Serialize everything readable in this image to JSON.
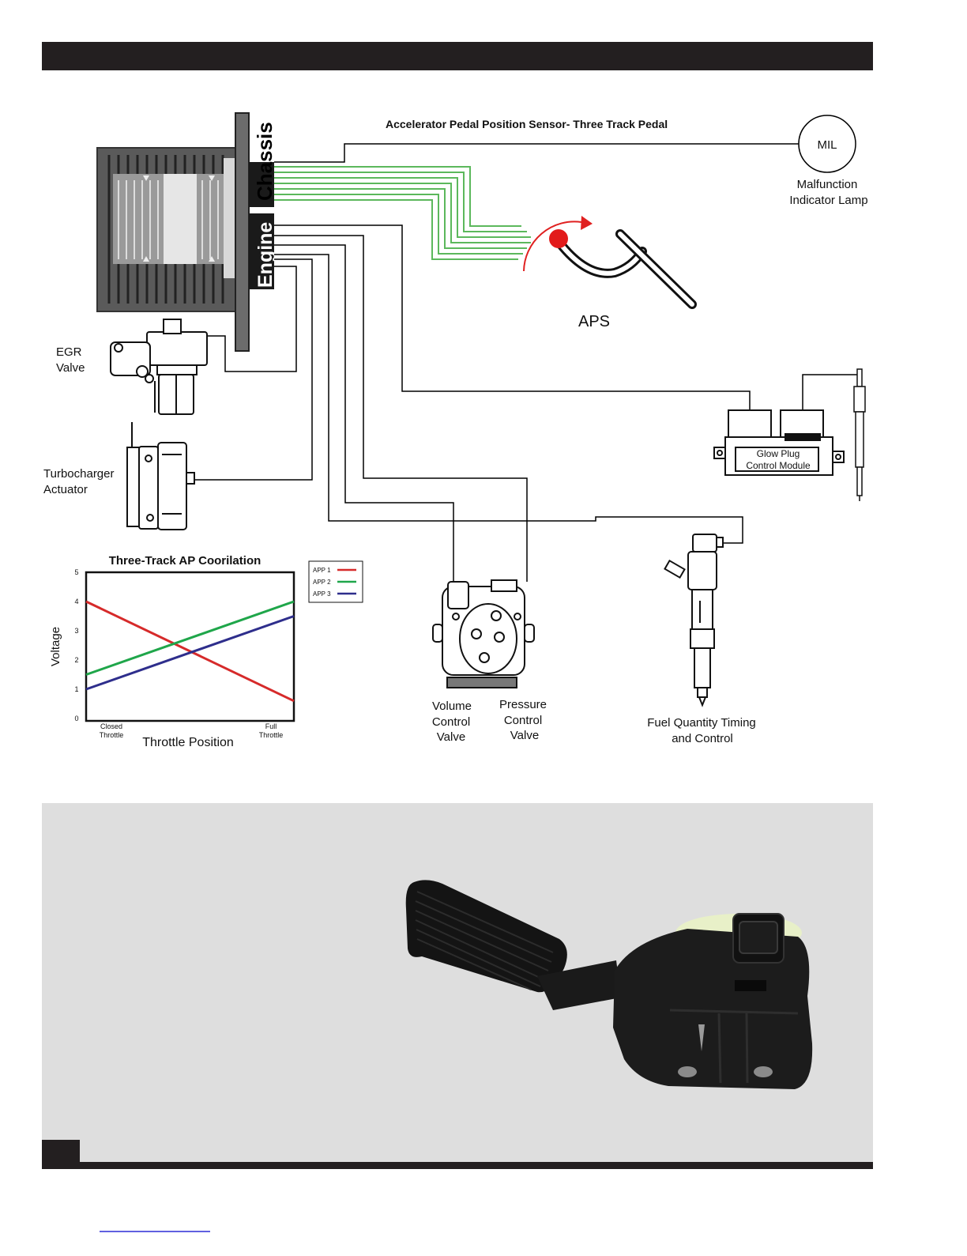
{
  "header": {
    "bar_color": "#231f20"
  },
  "diagram": {
    "title": "Accelerator Pedal Position Sensor- Three Track Pedal",
    "ecm": {
      "chassis_label": "Chassis",
      "engine_label": "Engine"
    },
    "mil": {
      "badge": "MIL",
      "caption_line1": "Malfunction",
      "caption_line2": "Indicator Lamp"
    },
    "aps_label": "APS",
    "egr": {
      "line1": "EGR",
      "line2": "Valve"
    },
    "turbo": {
      "line1": "Turbocharger",
      "line2": "Actuator"
    },
    "glow": {
      "line1": "Glow Plug",
      "line2": "Control Module"
    },
    "volume_valve": {
      "line1": "Volume",
      "line2": "Control",
      "line3": "Valve"
    },
    "pressure_valve": {
      "line1": "Pressure",
      "line2": "Control",
      "line3": "Valve"
    },
    "injector": {
      "line1": "Fuel Quantity Timing",
      "line2": "and Control"
    },
    "wire_color_green": "#5cb85c"
  },
  "chart_data": {
    "type": "line",
    "title": "Three-Track AP Coorilation",
    "xlabel": "Throttle Position",
    "ylabel": "Voltage",
    "x_tick_start": "Closed Throttle",
    "x_tick_end": "Full Throttle",
    "x_tick_start_line1": "Closed",
    "x_tick_start_line2": "Throttle",
    "x_tick_end_line1": "Full",
    "x_tick_end_line2": "Throttle",
    "ylim": [
      0,
      5
    ],
    "yticks": [
      "0",
      "1",
      "2",
      "3",
      "4",
      "5"
    ],
    "x": [
      0,
      1
    ],
    "series": [
      {
        "name": "APP 1",
        "color": "#d62a2a",
        "values": [
          4.0,
          0.6
        ]
      },
      {
        "name": "APP 2",
        "color": "#1fa64a",
        "values": [
          1.5,
          4.0
        ]
      },
      {
        "name": "APP 3",
        "color": "#2e2e8c",
        "values": [
          1.0,
          3.5
        ]
      }
    ],
    "legend_position": "top-right",
    "grid": false
  },
  "photo": {
    "background": "#dedede"
  },
  "footer": {
    "bar_color": "#231f20",
    "link_color": "#2b2bd6"
  }
}
